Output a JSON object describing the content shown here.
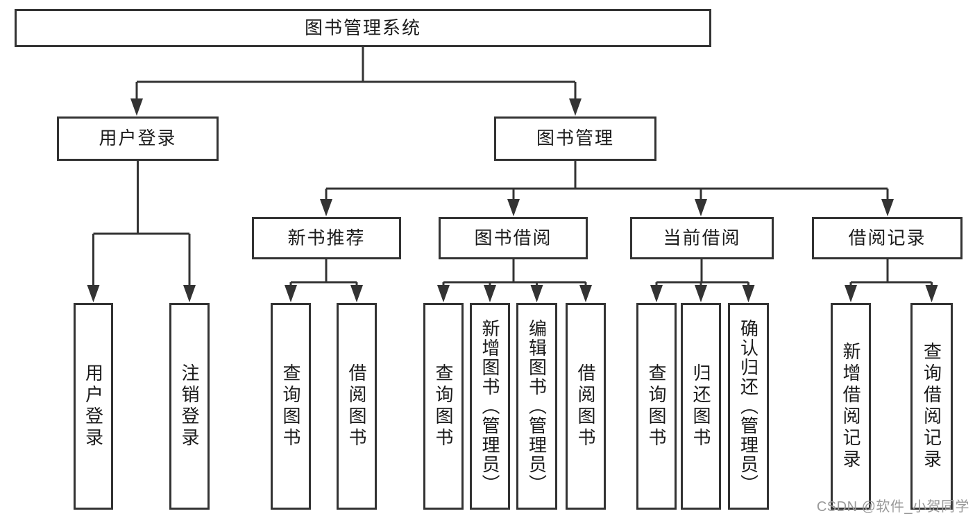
{
  "diagram": {
    "type": "tree",
    "orientation": "top-down",
    "colors": {
      "border": "#333333",
      "line": "#333333",
      "text": "#1b1b1b",
      "background": "#ffffff",
      "watermark": "#999999"
    }
  },
  "tree": {
    "label": "图书管理系统",
    "children": [
      {
        "label": "用户登录",
        "children": [
          {
            "label": "用户登录"
          },
          {
            "label": "注销登录"
          }
        ]
      },
      {
        "label": "图书管理",
        "children": [
          {
            "label": "新书推荐",
            "children": [
              {
                "label": "查询图书"
              },
              {
                "label": "借阅图书"
              }
            ]
          },
          {
            "label": "图书借阅",
            "children": [
              {
                "label": "查询图书"
              },
              {
                "label": "新增图书（管理员）"
              },
              {
                "label": "编辑图书（管理员）"
              },
              {
                "label": "借阅图书"
              }
            ]
          },
          {
            "label": "当前借阅",
            "children": [
              {
                "label": "查询图书"
              },
              {
                "label": "归还图书"
              },
              {
                "label": "确认归还（管理员）"
              }
            ]
          },
          {
            "label": "借阅记录",
            "children": [
              {
                "label": "新增借阅记录"
              },
              {
                "label": "查询借阅记录"
              }
            ]
          }
        ]
      }
    ]
  },
  "watermark": {
    "text": "CSDN @软件_小贺同学"
  }
}
